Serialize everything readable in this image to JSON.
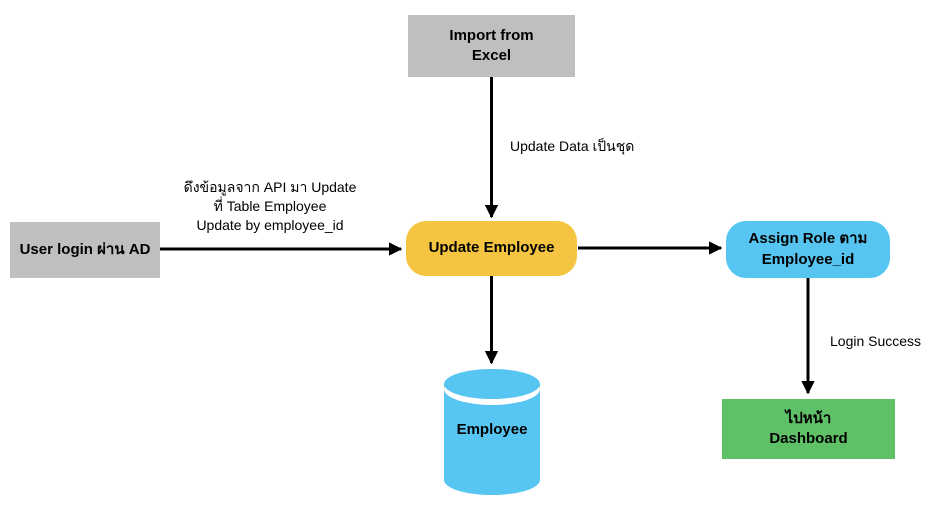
{
  "diagram": {
    "nodes": {
      "import_excel": {
        "label": "Import from\nExcel",
        "shape": "rectangle"
      },
      "user_login": {
        "label": "User login ผ่าน AD",
        "shape": "rectangle"
      },
      "update_employee": {
        "label": "Update Employee",
        "shape": "rounded-rectangle"
      },
      "assign_role": {
        "label": "Assign Role ตาม\nEmployee_id",
        "shape": "rounded-rectangle"
      },
      "dashboard": {
        "label": "ไปหน้า\nDashboard",
        "shape": "rectangle"
      },
      "employee_db": {
        "label": "Employee",
        "shape": "database-cylinder"
      }
    },
    "edge_labels": {
      "update_data": "Update Data เป็นชุด",
      "api_update": "ดึงข้อมูลจาก API มา Update\nที่ Table Employee\nUpdate by employee_id",
      "login_success": "Login Success"
    },
    "colors": {
      "gray_node": "#BFBFBF",
      "yellow_node": "#F5C542",
      "blue_node": "#56C5F2",
      "green_node": "#5FC167",
      "arrow": "#000000",
      "background": "#FFFFFF"
    }
  }
}
